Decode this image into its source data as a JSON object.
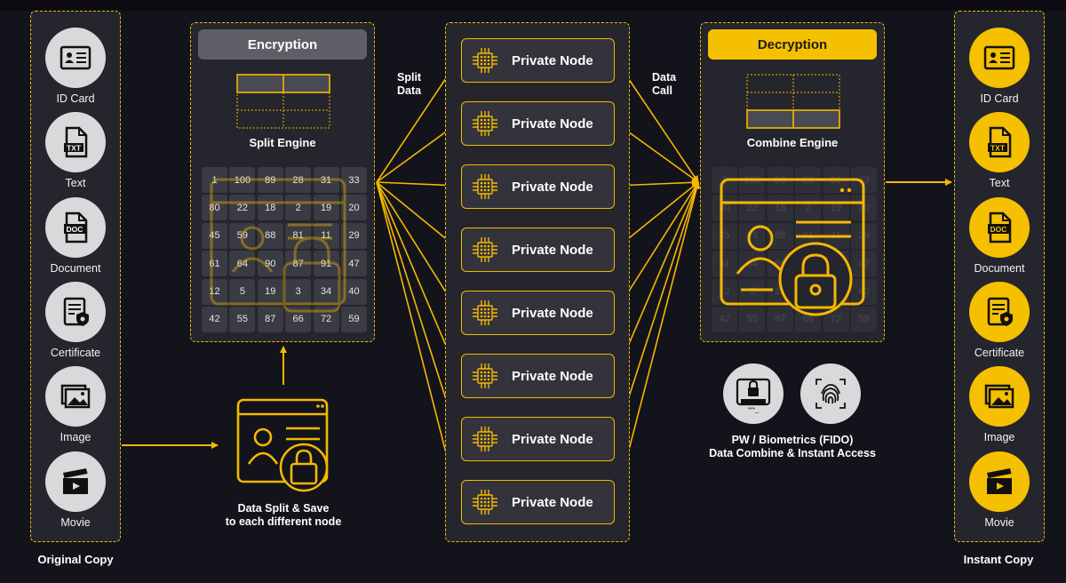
{
  "original": {
    "caption": "Original Copy",
    "items": [
      {
        "label": "ID Card",
        "icon": "id-card-icon"
      },
      {
        "label": "Text",
        "icon": "txt-file-icon"
      },
      {
        "label": "Document",
        "icon": "doc-file-icon"
      },
      {
        "label": "Certificate",
        "icon": "certificate-icon"
      },
      {
        "label": "Image",
        "icon": "image-icon"
      },
      {
        "label": "Movie",
        "icon": "clapperboard-icon"
      }
    ]
  },
  "instant": {
    "caption": "Instant Copy",
    "items": [
      {
        "label": "ID Card",
        "icon": "id-card-icon"
      },
      {
        "label": "Text",
        "icon": "txt-file-icon"
      },
      {
        "label": "Document",
        "icon": "doc-file-icon"
      },
      {
        "label": "Certificate",
        "icon": "certificate-icon"
      },
      {
        "label": "Image",
        "icon": "image-icon"
      },
      {
        "label": "Movie",
        "icon": "clapperboard-icon"
      }
    ]
  },
  "encryption": {
    "header": "Encryption",
    "engine_label": "Split Engine",
    "grid": [
      "1",
      "100",
      "89",
      "28",
      "31",
      "33",
      "80",
      "22",
      "18",
      "2",
      "19",
      "20",
      "45",
      "59",
      "88",
      "81",
      "11",
      "29",
      "61",
      "64",
      "90",
      "87",
      "91",
      "47",
      "12",
      "5",
      "19",
      "3",
      "34",
      "40",
      "42",
      "55",
      "87",
      "66",
      "72",
      "59"
    ]
  },
  "decryption": {
    "header": "Decryption",
    "engine_label": "Combine Engine",
    "grid": [
      "1",
      "100",
      "89",
      "28",
      "31",
      "33",
      "80",
      "22",
      "18",
      "2",
      "19",
      "20",
      "45",
      "59",
      "88",
      "81",
      "11",
      "29",
      "61",
      "64",
      "90",
      "87",
      "91",
      "47",
      "12",
      "5",
      "19",
      "3",
      "34",
      "40",
      "42",
      "55",
      "87",
      "66",
      "72",
      "59"
    ]
  },
  "split_data_label": [
    "Split",
    "Data"
  ],
  "data_call_label": [
    "Data",
    "Call"
  ],
  "nodes": [
    "Private Node",
    "Private Node",
    "Private Node",
    "Private Node",
    "Private Node",
    "Private Node",
    "Private Node",
    "Private Node"
  ],
  "save_caption": [
    "Data Split & Save",
    "to each different node"
  ],
  "auth": {
    "pw_icon_text": "***_",
    "caption": [
      "PW / Biometrics (FIDO)",
      "Data Combine & Instant Access"
    ]
  },
  "colors": {
    "accent": "#f5b800",
    "background": "#13131b",
    "panel": "#25252d"
  }
}
